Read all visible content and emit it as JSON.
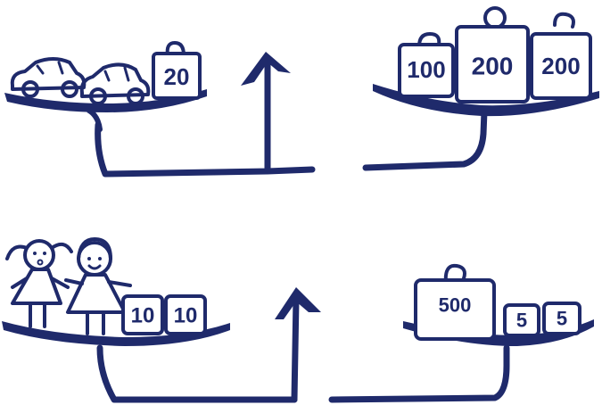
{
  "colors": {
    "ink": "#1f2a6b",
    "paper": "#ffffff"
  },
  "scales": [
    {
      "id": "top",
      "left_pan": {
        "objects": [
          "toy-car",
          "toy-car"
        ],
        "weights": [
          "20"
        ]
      },
      "right_pan": {
        "weights": [
          "100",
          "200",
          "200"
        ]
      },
      "pointer": "up-arrow-icon"
    },
    {
      "id": "bottom",
      "left_pan": {
        "objects": [
          "girl",
          "girl"
        ],
        "weights": [
          "10",
          "10"
        ]
      },
      "right_pan": {
        "weights": [
          "500",
          "5",
          "5"
        ]
      },
      "pointer": "up-arrow-icon"
    }
  ]
}
